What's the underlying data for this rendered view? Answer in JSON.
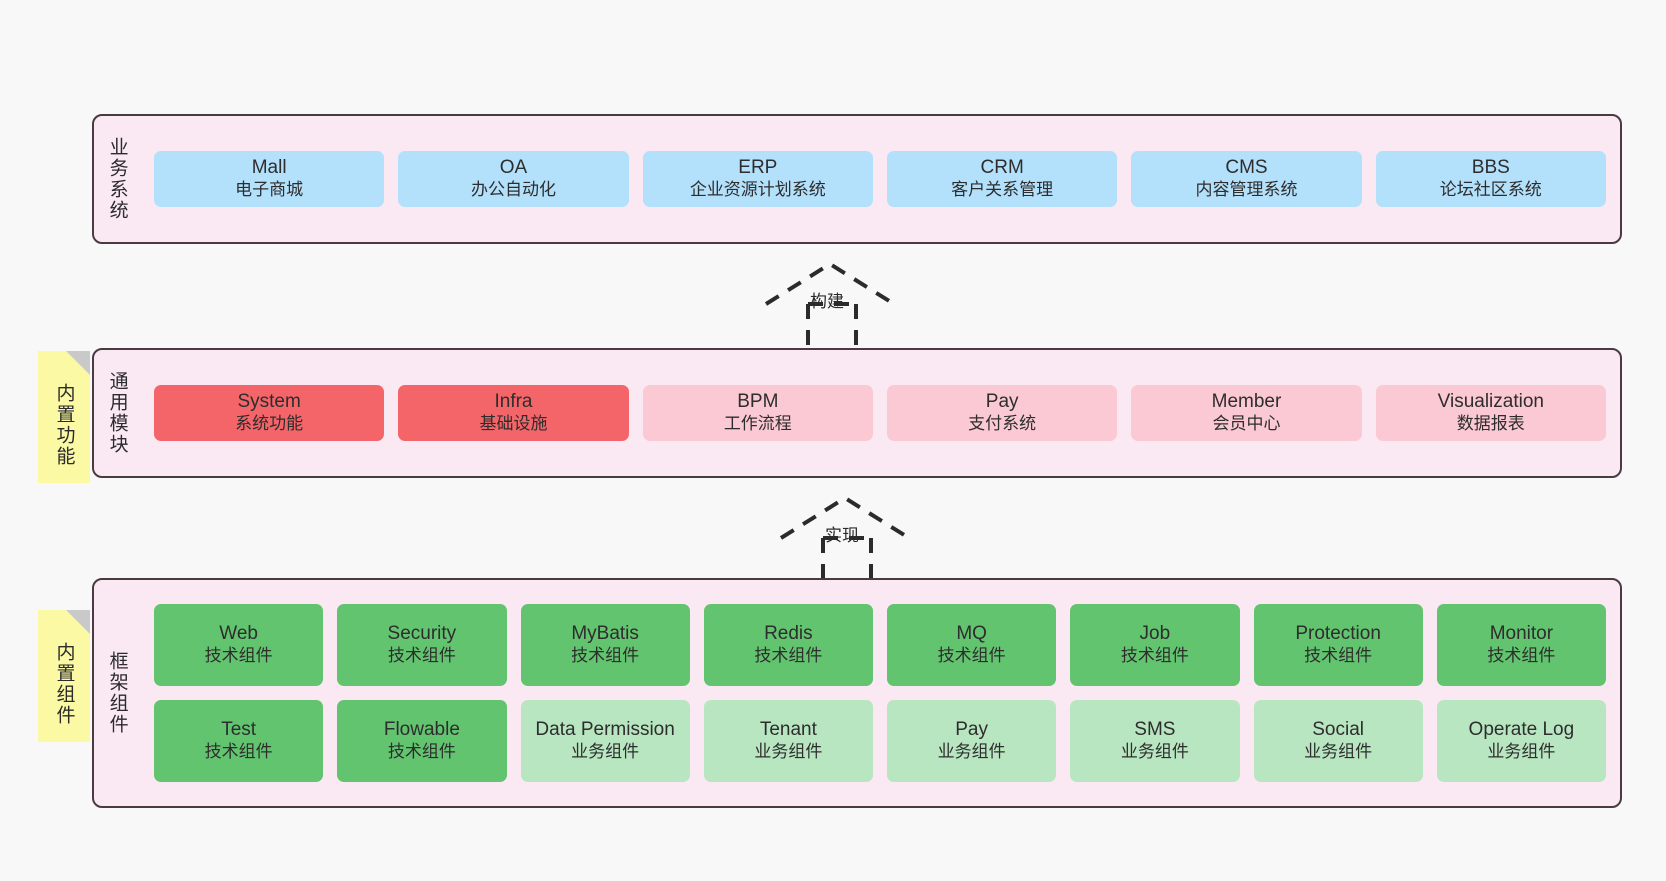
{
  "diagram": {
    "background_color": "#f8f8f8",
    "layer_fill": "#fae9f3",
    "layer_border": "#4a3b42",
    "sticky_color": "#fbf9a4",
    "colors": {
      "blue": "#b3e0fb",
      "red": "#f4656a",
      "pink": "#fbc9d4",
      "green": "#62c46f",
      "light_green": "#b8e6c1"
    }
  },
  "layers": [
    {
      "id": "business-systems",
      "label": "业务系统",
      "rows": [
        {
          "nodes": [
            {
              "title": "Mall",
              "sub": "电子商城",
              "color": "blue"
            },
            {
              "title": "OA",
              "sub": "办公自动化",
              "color": "blue"
            },
            {
              "title": "ERP",
              "sub": "企业资源计划系统",
              "color": "blue"
            },
            {
              "title": "CRM",
              "sub": "客户关系管理",
              "color": "blue"
            },
            {
              "title": "CMS",
              "sub": "内容管理系统",
              "color": "blue"
            },
            {
              "title": "BBS",
              "sub": "论坛社区系统",
              "color": "blue"
            }
          ]
        }
      ]
    },
    {
      "id": "common-modules",
      "label": "通用模块",
      "sticky": "内置功能",
      "rows": [
        {
          "nodes": [
            {
              "title": "System",
              "sub": "系统功能",
              "color": "red"
            },
            {
              "title": "Infra",
              "sub": "基础设施",
              "color": "red"
            },
            {
              "title": "BPM",
              "sub": "工作流程",
              "color": "pink"
            },
            {
              "title": "Pay",
              "sub": "支付系统",
              "color": "pink"
            },
            {
              "title": "Member",
              "sub": "会员中心",
              "color": "pink"
            },
            {
              "title": "Visualization",
              "sub": "数据报表",
              "color": "pink"
            }
          ]
        }
      ]
    },
    {
      "id": "framework-components",
      "label": "框架组件",
      "sticky": "内置组件",
      "rows": [
        {
          "nodes": [
            {
              "title": "Web",
              "sub": "技术组件",
              "color": "green"
            },
            {
              "title": "Security",
              "sub": "技术组件",
              "color": "green"
            },
            {
              "title": "MyBatis",
              "sub": "技术组件",
              "color": "green"
            },
            {
              "title": "Redis",
              "sub": "技术组件",
              "color": "green"
            },
            {
              "title": "MQ",
              "sub": "技术组件",
              "color": "green"
            },
            {
              "title": "Job",
              "sub": "技术组件",
              "color": "green"
            },
            {
              "title": "Protection",
              "sub": "技术组件",
              "color": "green"
            },
            {
              "title": "Monitor",
              "sub": "技术组件",
              "color": "green"
            }
          ]
        },
        {
          "nodes": [
            {
              "title": "Test",
              "sub": "技术组件",
              "color": "green"
            },
            {
              "title": "Flowable",
              "sub": "技术组件",
              "color": "green"
            },
            {
              "title": "Data Permission",
              "sub": "业务组件",
              "color": "light_green"
            },
            {
              "title": "Tenant",
              "sub": "业务组件",
              "color": "light_green"
            },
            {
              "title": "Pay",
              "sub": "业务组件",
              "color": "light_green"
            },
            {
              "title": "SMS",
              "sub": "业务组件",
              "color": "light_green"
            },
            {
              "title": "Social",
              "sub": "业务组件",
              "color": "light_green"
            },
            {
              "title": "Operate Log",
              "sub": "业务组件",
              "color": "light_green"
            }
          ]
        }
      ]
    }
  ],
  "connectors": [
    {
      "id": "build",
      "label": "构建",
      "style": "dashed-generalization"
    },
    {
      "id": "implement",
      "label": "实现",
      "style": "dashed-generalization"
    }
  ]
}
